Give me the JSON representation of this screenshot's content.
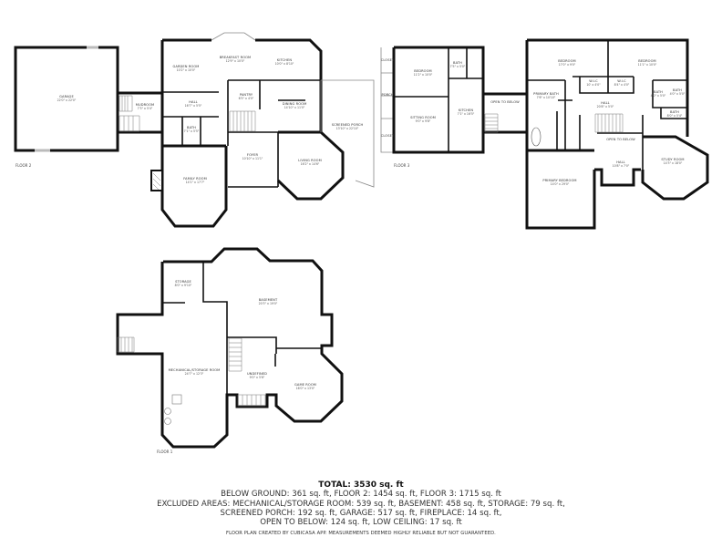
{
  "floors": {
    "floor2": {
      "label": "FLOOR 2",
      "rooms": [
        {
          "name": "GARAGE",
          "dims": "22'0\" x 22'0\""
        },
        {
          "name": "MUDROOM",
          "dims": "7'3\" x 5'4\""
        },
        {
          "name": "GARDEN ROOM",
          "dims": "10'2\" x 10'0\""
        },
        {
          "name": "HALL",
          "dims": "16'7\" x 5'5\""
        },
        {
          "name": "BATH",
          "dims": "7'1\" x 5'5\""
        },
        {
          "name": "BREAKFAST ROOM",
          "dims": "12'9\" x 10'0\""
        },
        {
          "name": "KITCHEN",
          "dims": "10'0\" x 8'10\""
        },
        {
          "name": "PANTRY",
          "dims": "6'5\" x 4'0\""
        },
        {
          "name": "DINING ROOM",
          "dims": "14'10\" x 11'0\""
        },
        {
          "name": "SCREENED PORCH",
          "dims": "13'10\" x 22'10\""
        },
        {
          "name": "FOYER",
          "dims": "10'10\" x 11'1\""
        },
        {
          "name": "LIVING ROOM",
          "dims": "16'2\" x 14'6\""
        },
        {
          "name": "FAMILY ROOM",
          "dims": "14'1\" x 17'7\""
        }
      ]
    },
    "floor3": {
      "label": "FLOOR 3",
      "rooms": [
        {
          "name": "CLOSET",
          "dims": ""
        },
        {
          "name": "PORCH",
          "dims": ""
        },
        {
          "name": "CLOSET",
          "dims": ""
        },
        {
          "name": "BEDROOM",
          "dims": "11'2\" x 10'0\""
        },
        {
          "name": "SITTING ROOM",
          "dims": "9'0\" x 9'8\""
        },
        {
          "name": "BATH",
          "dims": "7'5\" x 5'0\""
        },
        {
          "name": "KITCHEN",
          "dims": "7'1\" x 16'5\""
        },
        {
          "name": "OPEN TO BELOW",
          "dims": ""
        },
        {
          "name": "BEDROOM",
          "dims": "17'0\" x 9'0\""
        },
        {
          "name": "BEDROOM",
          "dims": "11'1\" x 10'0\""
        },
        {
          "name": "W.I.C",
          "dims": "10' x 4'0\""
        },
        {
          "name": "W.I.C",
          "dims": "8'4\" x 4'0\""
        },
        {
          "name": "PRIMARY BATH",
          "dims": "7'6\" x 10'10\""
        },
        {
          "name": "HALL",
          "dims": "20'8\" x 5'0\""
        },
        {
          "name": "BATH",
          "dims": "4'0\" x 5'0\""
        },
        {
          "name": "BATH",
          "dims": "4'0\" x 5'0\""
        },
        {
          "name": "BATH",
          "dims": "8'0\" x 5'4\""
        },
        {
          "name": "OPEN TO BELOW",
          "dims": ""
        },
        {
          "name": "HALL",
          "dims": "10'8\" x 7'0\""
        },
        {
          "name": "STUDY ROOM",
          "dims": "14'3\" x 18'0\""
        },
        {
          "name": "PRIMARY BEDROOM",
          "dims": "14'0\" x 29'0\""
        }
      ]
    },
    "floor1": {
      "label": "FLOOR 1",
      "rooms": [
        {
          "name": "STORAGE",
          "dims": "8'0\" x 9'10\""
        },
        {
          "name": "BASEMENT",
          "dims": "20'3\" x 19'0\""
        },
        {
          "name": "MECHANICAL/STORAGE ROOM",
          "dims": "24'7\" x 12'3\""
        },
        {
          "name": "UNDEFINED",
          "dims": "9'0\" x 5'6\""
        },
        {
          "name": "GAME ROOM",
          "dims": "16'0\" x 13'0\""
        }
      ]
    }
  },
  "summary": {
    "total": "TOTAL: 3530 sq. ft",
    "line1": "BELOW GROUND: 361 sq. ft, FLOOR 2: 1454 sq. ft, FLOOR 3: 1715 sq. ft",
    "line2": "EXCLUDED AREAS: MECHANICAL/STORAGE ROOM: 539 sq. ft, BASEMENT: 458 sq. ft, STORAGE: 79 sq. ft,",
    "line3": "SCREENED PORCH: 192 sq. ft, GARAGE: 517 sq. ft, FIREPLACE: 14 sq. ft,",
    "line4": "OPEN TO BELOW: 124 sq. ft, LOW CEILING: 17 sq. ft"
  },
  "disclaimer": "FLOOR PLAN CREATED BY CUBICASA APP. MEASUREMENTS DEEMED HIGHLY RELIABLE BUT NOT GUARANTEED."
}
